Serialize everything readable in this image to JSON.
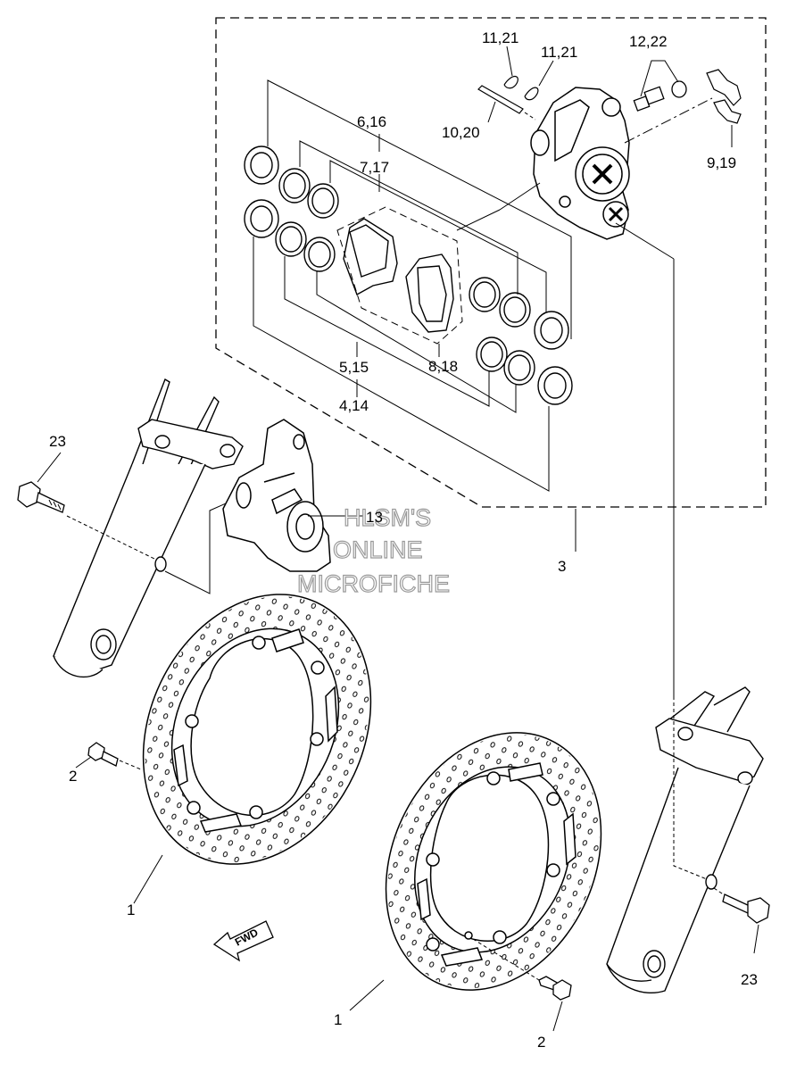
{
  "labels": {
    "l_11_21_a": "11,21",
    "l_11_21_b": "11,21",
    "l_12_22": "12,22",
    "l_10_20": "10,20",
    "l_9_19": "9,19",
    "l_6_16": "6,16",
    "l_7_17": "7,17",
    "l_5_15": "5,15",
    "l_4_14": "4,14",
    "l_8_18": "8,18",
    "l_23_left": "23",
    "l_13": "13",
    "l_3": "3",
    "l_2_left": "2",
    "l_1_left": "1",
    "l_1_right": "1",
    "l_2_right": "2",
    "l_23_right": "23"
  },
  "watermark": {
    "line1": "HLSM'S",
    "line2": "ONLINE",
    "line3": "MICROFICHE"
  },
  "fwd_arrow": {
    "text": "FWD"
  },
  "colors": {
    "ink": "#000000",
    "paper": "#ffffff",
    "watermark_outline": "#9a9a9a"
  }
}
